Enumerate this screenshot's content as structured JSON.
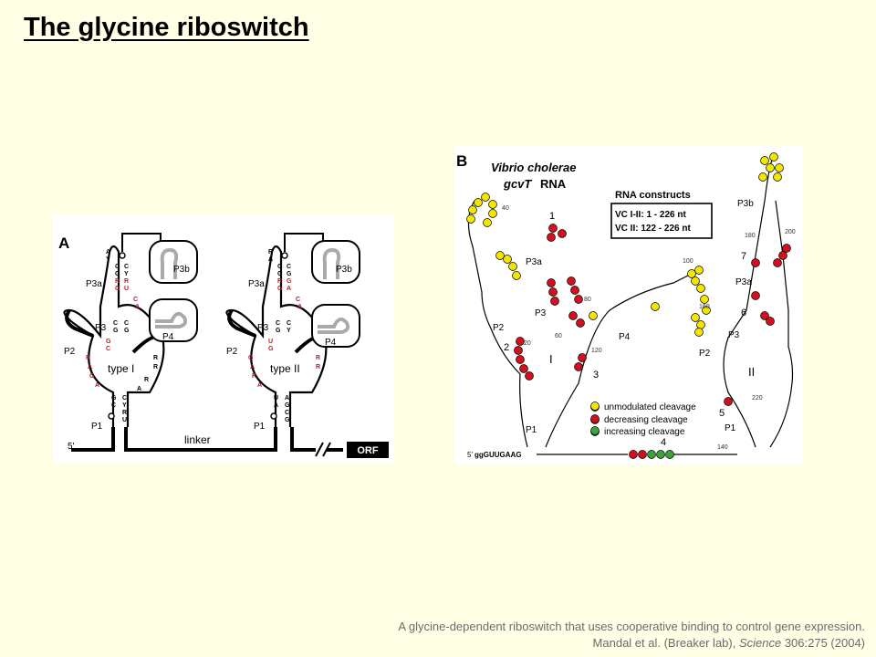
{
  "title": "The glycine riboswitch",
  "panel_a": {
    "letter": "A",
    "labels": {
      "p1": "P1",
      "p2": "P2",
      "p3": "P3",
      "p3a": "P3a",
      "p3b": "P3b",
      "p4": "P4",
      "type1": "type I",
      "type2": "type II",
      "linker": "linker",
      "five_prime": "5'",
      "orf": "ORF"
    }
  },
  "panel_b": {
    "letter": "B",
    "organism": "Vibrio cholerae",
    "gene": "gcvT",
    "rna": "RNA",
    "constructs": {
      "title": "RNA constructs",
      "items": [
        "VC I-II: 1 - 226 nt",
        "VC II: 122 - 226 nt"
      ]
    },
    "legend": [
      {
        "label": "unmodulated cleavage",
        "color": "#f2e600"
      },
      {
        "label": "decreasing cleavage",
        "color": "#d0101e"
      },
      {
        "label": "increasing cleavage",
        "color": "#3aa33a"
      }
    ],
    "numbers": [
      "1",
      "2",
      "3",
      "4",
      "5",
      "6",
      "7"
    ],
    "domains": [
      "I",
      "II"
    ],
    "positions": [
      "20",
      "40",
      "60",
      "80",
      "100",
      "120",
      "140",
      "160",
      "180",
      "200",
      "220"
    ],
    "labels": {
      "p1": "P1",
      "p2": "P2",
      "p3": "P3",
      "p3a": "P3a",
      "p3b": "P3b",
      "p4": "P4",
      "five_prime": "5'"
    },
    "leader_seq": "ggGUUGAAG"
  },
  "caption": {
    "line1": "A glycine-dependent riboswitch that uses cooperative binding to control gene expression.",
    "line2_prefix": "Mandal et al. (Breaker lab), ",
    "line2_journal": "Science",
    "line2_suffix": " 306:275 (2004)"
  }
}
